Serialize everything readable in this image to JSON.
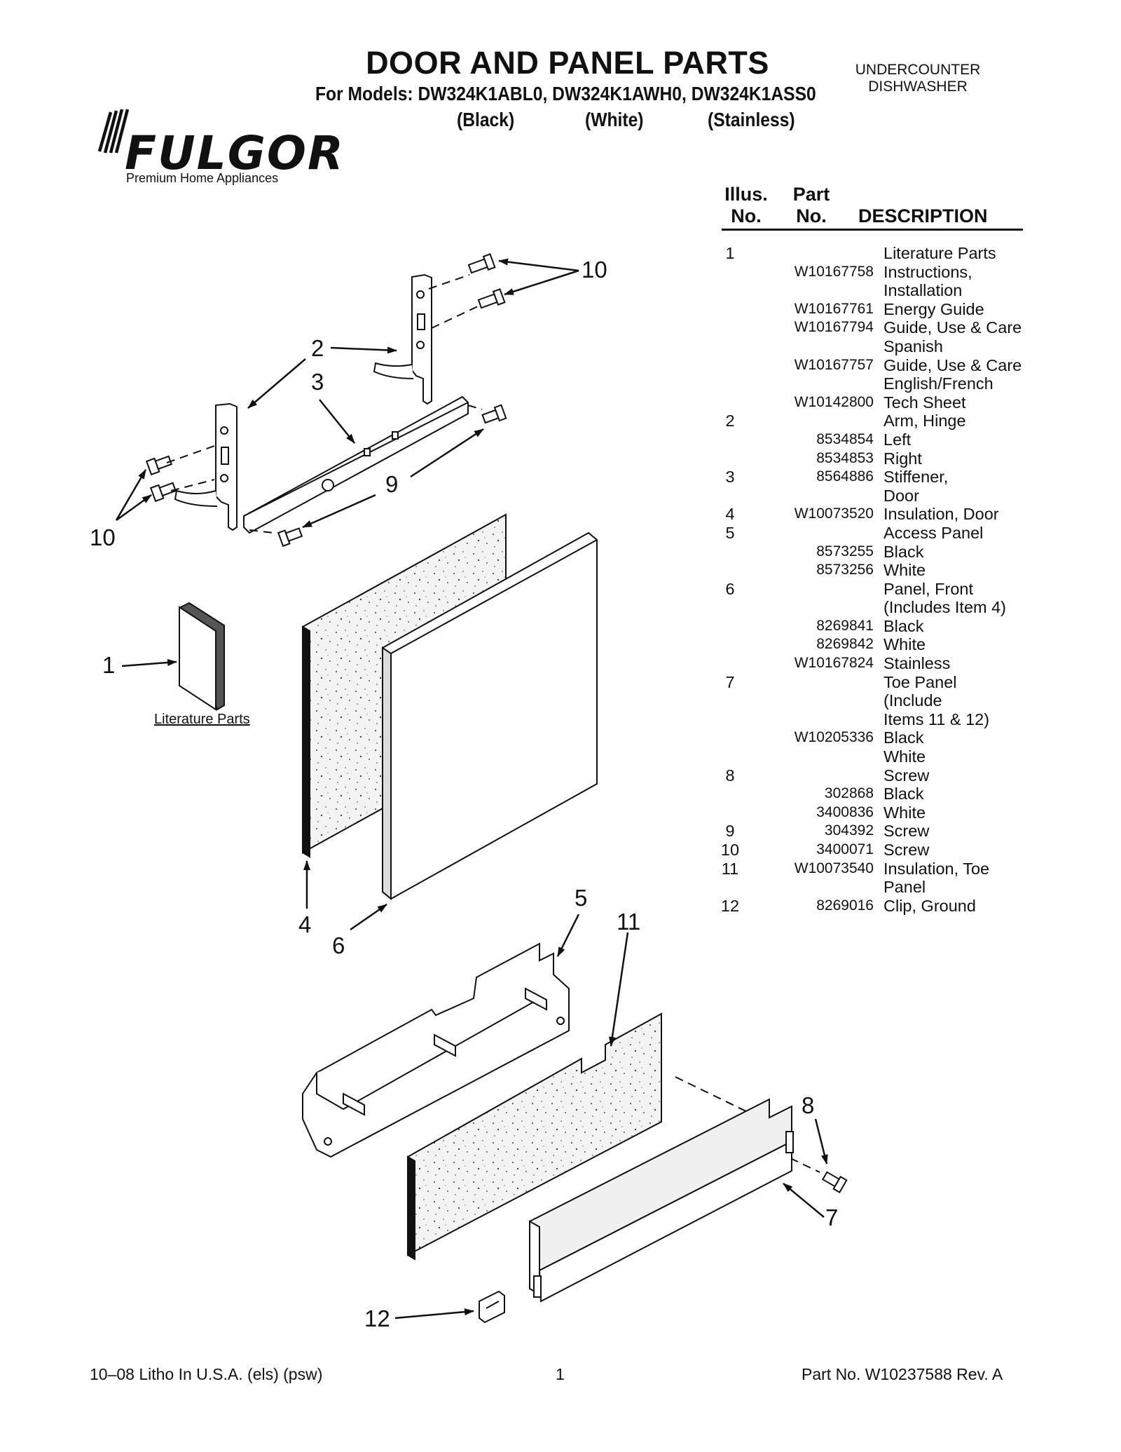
{
  "header": {
    "title": "DOOR AND PANEL PARTS",
    "models_line": "For Models: DW324K1ABL0, DW324K1AWH0, DW324K1ASS0",
    "variants": [
      "(Black)",
      "(White)",
      "(Stainless)"
    ],
    "appliance_type_line1": "UNDERCOUNTER",
    "appliance_type_line2": "DISHWASHER"
  },
  "brand": {
    "name": "FULGOR",
    "tagline": "Premium Home Appliances"
  },
  "table": {
    "col_illus_line1": "Illus.",
    "col_illus_line2": "No.",
    "col_part_line1": "Part",
    "col_part_line2": "No.",
    "col_desc": "DESCRIPTION",
    "rows": [
      {
        "illus": "1",
        "part": "",
        "desc": "Literature Parts"
      },
      {
        "illus": "",
        "part": "W10167758",
        "desc": "Instructions,"
      },
      {
        "illus": "",
        "part": "",
        "desc": "Installation"
      },
      {
        "illus": "",
        "part": "W10167761",
        "desc": "Energy Guide"
      },
      {
        "illus": "",
        "part": "W10167794",
        "desc": "Guide, Use & Care"
      },
      {
        "illus": "",
        "part": "",
        "desc": "Spanish"
      },
      {
        "illus": "",
        "part": "W10167757",
        "desc": "Guide, Use & Care"
      },
      {
        "illus": "",
        "part": "",
        "desc": "English/French"
      },
      {
        "illus": "",
        "part": "W10142800",
        "desc": "Tech Sheet"
      },
      {
        "illus": "2",
        "part": "",
        "desc": "Arm, Hinge"
      },
      {
        "illus": "",
        "part": "8534854",
        "desc": "Left"
      },
      {
        "illus": "",
        "part": "8534853",
        "desc": "Right"
      },
      {
        "illus": "3",
        "part": "8564886",
        "desc": "Stiffener,"
      },
      {
        "illus": "",
        "part": "",
        "desc": "Door"
      },
      {
        "illus": "4",
        "part": "W10073520",
        "desc": "Insulation, Door"
      },
      {
        "illus": "5",
        "part": "",
        "desc": "Access Panel"
      },
      {
        "illus": "",
        "part": "8573255",
        "desc": "Black"
      },
      {
        "illus": "",
        "part": "8573256",
        "desc": "White"
      },
      {
        "illus": "6",
        "part": "",
        "desc": "Panel, Front"
      },
      {
        "illus": "",
        "part": "",
        "desc": "(Includes Item 4)"
      },
      {
        "illus": "",
        "part": "8269841",
        "desc": "Black"
      },
      {
        "illus": "",
        "part": "8269842",
        "desc": "White"
      },
      {
        "illus": "",
        "part": "W10167824",
        "desc": "Stainless"
      },
      {
        "illus": "7",
        "part": "",
        "desc": "Toe Panel"
      },
      {
        "illus": "",
        "part": "",
        "desc": "(Include"
      },
      {
        "illus": "",
        "part": "",
        "desc": "Items 11 & 12)"
      },
      {
        "illus": "",
        "part": "W10205336",
        "desc": "Black"
      },
      {
        "illus": "",
        "part": "",
        "desc": "White"
      },
      {
        "illus": "8",
        "part": "",
        "desc": "Screw"
      },
      {
        "illus": "",
        "part": "302868",
        "desc": "Black"
      },
      {
        "illus": "",
        "part": "3400836",
        "desc": "White"
      },
      {
        "illus": "9",
        "part": "304392",
        "desc": "Screw"
      },
      {
        "illus": "10",
        "part": "3400071",
        "desc": "Screw"
      },
      {
        "illus": "11",
        "part": "W10073540",
        "desc": "Insulation, Toe"
      },
      {
        "illus": "",
        "part": "",
        "desc": "Panel"
      },
      {
        "illus": "12",
        "part": "8269016",
        "desc": "Clip, Ground"
      }
    ]
  },
  "diagram": {
    "callouts": {
      "c10_top": "10",
      "c2": "2",
      "c3": "3",
      "c9": "9",
      "c10_left": "10",
      "c1": "1",
      "c4": "4",
      "c6": "6",
      "c5": "5",
      "c11": "11",
      "c8": "8",
      "c7": "7",
      "c12": "12"
    },
    "literature_label": "Literature Parts"
  },
  "footer": {
    "left": "10–08 Litho In U.S.A. (els) (psw)",
    "page": "1",
    "right": "Part No. W10237588 Rev. A"
  }
}
